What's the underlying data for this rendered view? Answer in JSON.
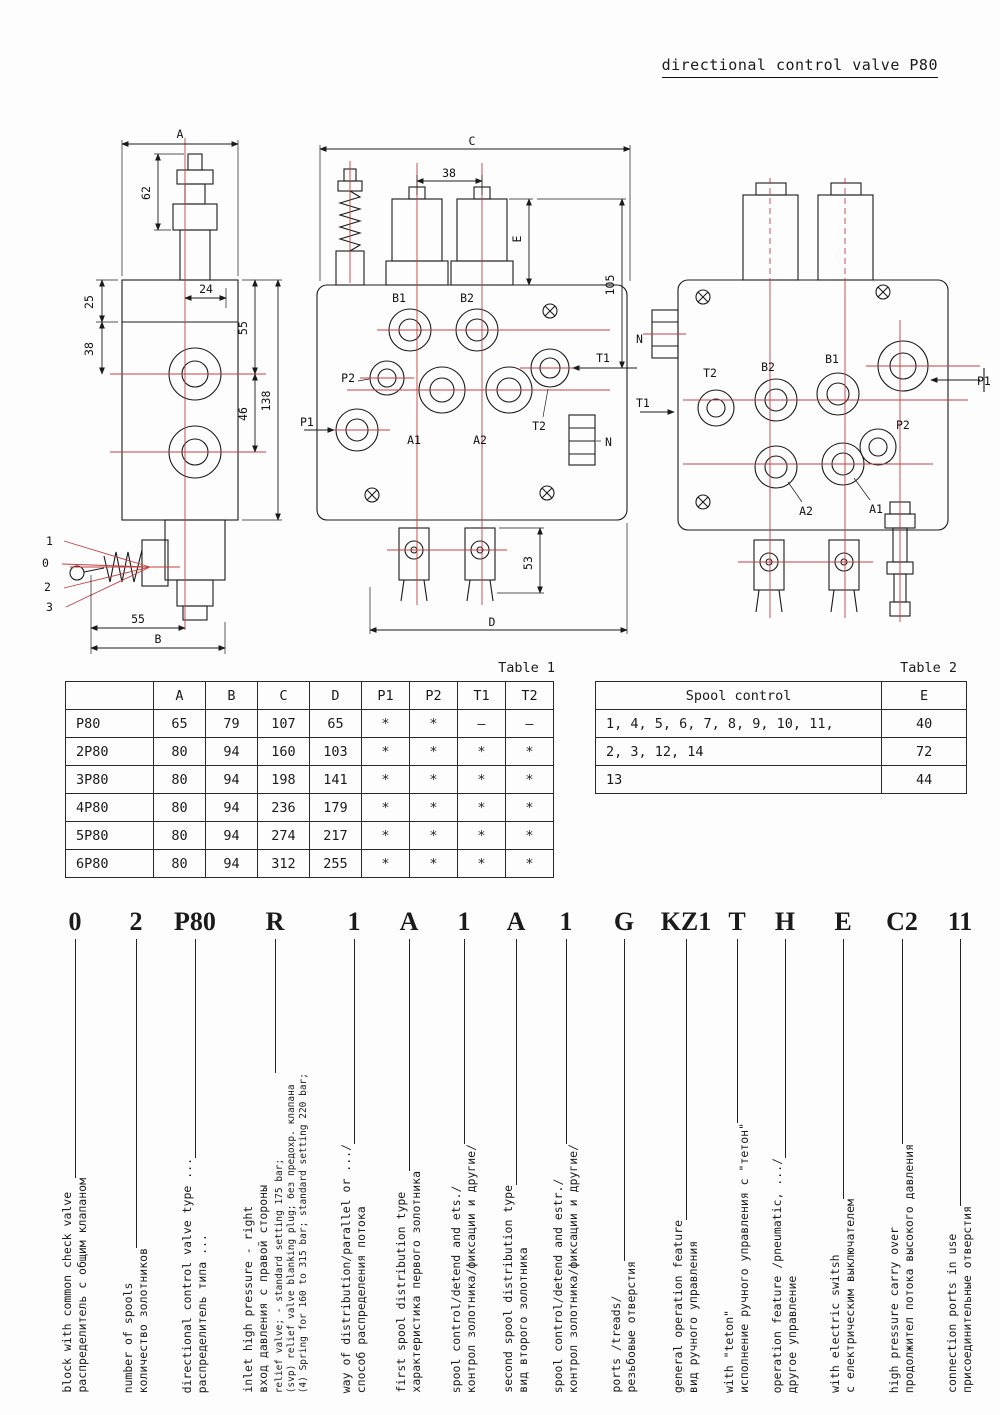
{
  "colors": {
    "ink": "#1a1a1a",
    "centerline": "#c24040"
  },
  "header": {
    "title": "directional control valve P80"
  },
  "drawings": {
    "side": {
      "dim_a": "A",
      "dim_62": "62",
      "dim_25": "25",
      "dim_38": "38",
      "dim_24": "24",
      "dim_55": "55",
      "dim_46": "46",
      "dim_138": "138",
      "dim_55b": "55",
      "dim_b": "B",
      "pos_1": "1",
      "pos_0": "0",
      "pos_2": "2",
      "pos_3": "3"
    },
    "front": {
      "dim_c": "C",
      "dim_38": "38",
      "dim_e": "E",
      "dim_105": "105",
      "dim_53": "53",
      "dim_d": "D",
      "b1": "B1",
      "b2": "B2",
      "p1": "P1",
      "p2": "P2",
      "a1": "A1",
      "a2": "A2",
      "t1": "T1",
      "t2": "T2",
      "n": "N"
    },
    "rear": {
      "n": "N",
      "t1": "T1",
      "t2": "T2",
      "b2": "B2",
      "b1": "B1",
      "p1": "P1",
      "p2": "P2",
      "a2": "A2",
      "a1": "A1"
    }
  },
  "tables": {
    "t1_caption": "Table 1",
    "t2_caption": "Table 2",
    "t1": {
      "headers": [
        "",
        "A",
        "B",
        "C",
        "D",
        "P1",
        "P2",
        "T1",
        "T2"
      ],
      "rows": [
        [
          "P80",
          "65",
          "79",
          "107",
          "65",
          "*",
          "*",
          "–",
          "–"
        ],
        [
          "2P80",
          "80",
          "94",
          "160",
          "103",
          "*",
          "*",
          "*",
          "*"
        ],
        [
          "3P80",
          "80",
          "94",
          "198",
          "141",
          "*",
          "*",
          "*",
          "*"
        ],
        [
          "4P80",
          "80",
          "94",
          "236",
          "179",
          "*",
          "*",
          "*",
          "*"
        ],
        [
          "5P80",
          "80",
          "94",
          "274",
          "217",
          "*",
          "*",
          "*",
          "*"
        ],
        [
          "6P80",
          "80",
          "94",
          "312",
          "255",
          "*",
          "*",
          "*",
          "*"
        ]
      ]
    },
    "t2": {
      "headers": [
        "Spool control",
        "E"
      ],
      "rows": [
        [
          "1, 4, 5, 6, 7, 8, 9, 10, 11,",
          "40"
        ],
        [
          "2, 3, 12, 14",
          "72"
        ],
        [
          "13",
          "44"
        ]
      ]
    }
  },
  "ordering": {
    "columns": [
      {
        "code": "0",
        "label": "block with common check valve\nраспределитель с общим клапаном"
      },
      {
        "code": "2",
        "label": "number of spools\nколичество золотников"
      },
      {
        "code": "P80",
        "label": "directional control valve type ...\nраспределитель типа ..."
      },
      {
        "code": "R",
        "label": "inlet high pressure - right\nвход давления с правой стороны",
        "notes": "relief valve; - standard setting 175 bar;\n(svp) relief valve blanking plug; без предохр. клапана\n(4) Spring for 160 to 315 bar; standard setting 220 bar;"
      },
      {
        "code": "1",
        "label": "way of distribution/parallel or .../\nспособ распределения потока"
      },
      {
        "code": "A",
        "label": "first spool distribution type\nхарактеристика первого золотника"
      },
      {
        "code": "1",
        "label": "spool control/detend and ets./\nконтрол золотника/фиксации и другие/"
      },
      {
        "code": "A",
        "label": "second spool distribution type\nвид второго золотника"
      },
      {
        "code": "1",
        "label": "spool control/detend and estr./\nконтрол золотника/фиксации и другие/"
      },
      {
        "code": "G",
        "label": "ports /treads/\nрезьбовые отверстия"
      },
      {
        "code": "KZ1",
        "label": "general operation feature\nвид ручного управления"
      },
      {
        "code": "T",
        "label": "with \"teton\"\nисполнение ручного управления с \"тетон\""
      },
      {
        "code": "H",
        "label": "operation feature /pneumatic, .../\nдругое управление"
      },
      {
        "code": "E",
        "label": "with electric switsh\nс електрическим выключателем"
      },
      {
        "code": "C2",
        "label": "high pressure carry over\nпродолжител потока высокого давления"
      },
      {
        "code": "11",
        "label": "connection ports in use\nприсоединительные отверстия"
      }
    ]
  }
}
